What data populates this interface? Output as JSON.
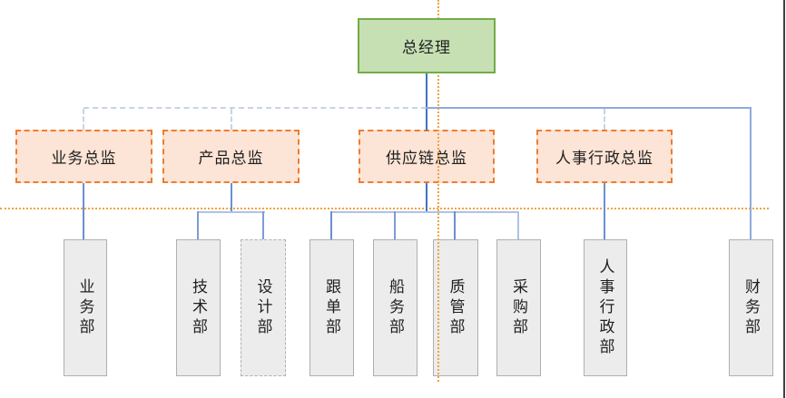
{
  "org": {
    "root": {
      "label": "总经理"
    },
    "directors": [
      {
        "label": "业务总监"
      },
      {
        "label": "产品总监"
      },
      {
        "label": "供应链总监"
      },
      {
        "label": "人事行政总监"
      }
    ],
    "departments": [
      {
        "label": "业务部"
      },
      {
        "label": "技术部"
      },
      {
        "label": "设计部"
      },
      {
        "label": "跟单部"
      },
      {
        "label": "船务部"
      },
      {
        "label": "质管部"
      },
      {
        "label": "采购部"
      },
      {
        "label": "人事行政部"
      },
      {
        "label": "财务部"
      }
    ]
  },
  "colors": {
    "root_fill": "#c6e0b4",
    "root_border": "#70ad47",
    "director_fill": "#fce4d6",
    "director_border": "#ed7d31",
    "dept_fill": "#ececec",
    "dept_border": "#afafaf",
    "connector_dark": "#4472c4",
    "connector_light": "#b4c7e7",
    "connector_dashed": "#c9d3e4",
    "guide_orange": "#f1a43f"
  }
}
